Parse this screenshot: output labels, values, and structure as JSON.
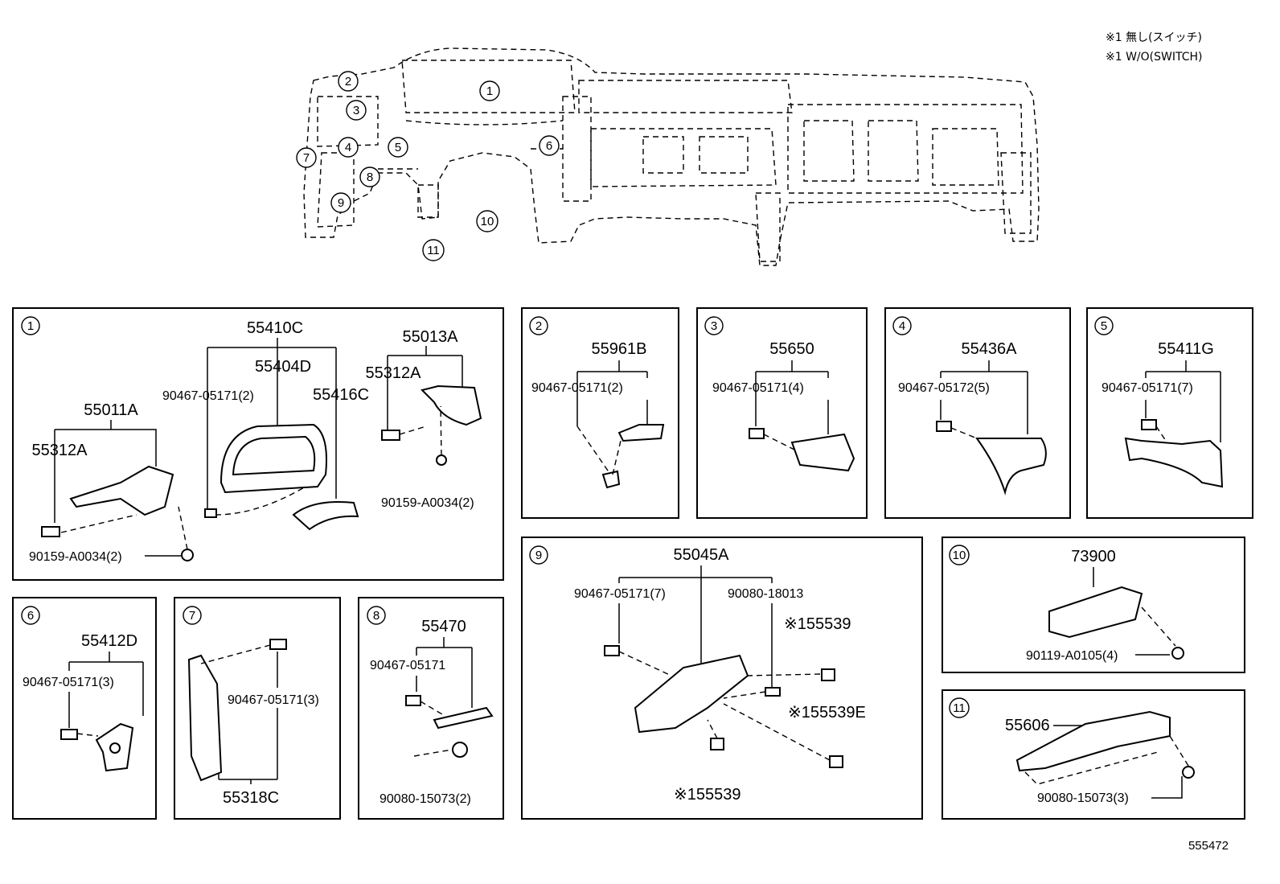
{
  "notes": [
    "※1 無し(スイッチ)",
    "※1 W/O(SWITCH)"
  ],
  "overview_markers": [
    "1",
    "2",
    "3",
    "4",
    "5",
    "6",
    "7",
    "8",
    "9",
    "10",
    "11"
  ],
  "panels": {
    "p1": {
      "index": "1",
      "labels": [
        "55410C",
        "55404D",
        "55013A",
        "55312A",
        "90467-05171(2)",
        "55416C",
        "55011A",
        "55312A",
        "90159-A0034(2)",
        "90159-A0034(2)"
      ]
    },
    "p2": {
      "index": "2",
      "labels": [
        "55961B",
        "90467-05171(2)"
      ]
    },
    "p3": {
      "index": "3",
      "labels": [
        "55650",
        "90467-05171(4)"
      ]
    },
    "p4": {
      "index": "4",
      "labels": [
        "55436A",
        "90467-05172(5)"
      ]
    },
    "p5": {
      "index": "5",
      "labels": [
        "55411G",
        "90467-05171(7)"
      ]
    },
    "p6": {
      "index": "6",
      "labels": [
        "55412D",
        "90467-05171(3)"
      ]
    },
    "p7": {
      "index": "7",
      "labels": [
        "90467-05171(3)",
        "55318C"
      ]
    },
    "p8": {
      "index": "8",
      "labels": [
        "55470",
        "90467-05171",
        "90080-15073(2)"
      ]
    },
    "p9": {
      "index": "9",
      "labels": [
        "55045A",
        "90467-05171(7)",
        "90080-18013",
        "※155539",
        "※155539E",
        "※155539"
      ]
    },
    "p10": {
      "index": "10",
      "labels": [
        "73900",
        "90119-A0105(4)"
      ]
    },
    "p11": {
      "index": "11",
      "labels": [
        "55606",
        "90080-15073(3)"
      ]
    }
  },
  "figure_id": "555472"
}
